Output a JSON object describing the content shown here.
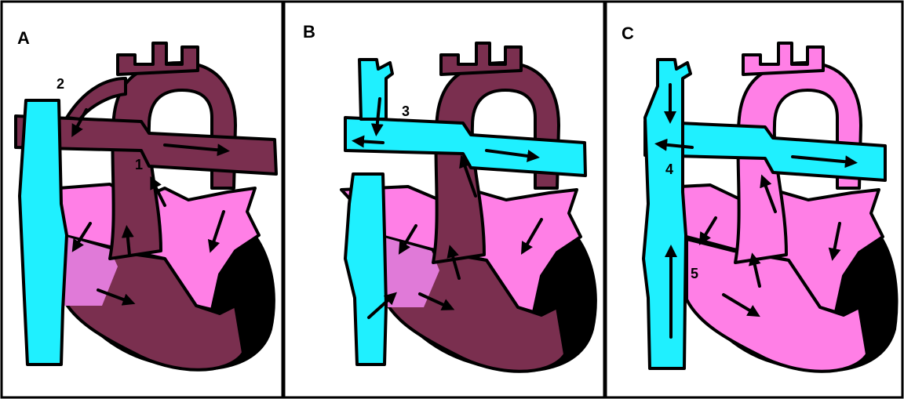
{
  "colors": {
    "oxygenated": "#7a2f4f",
    "deoxygenated": "#1ff0ff",
    "mixed": "#ff7fe6",
    "mixed_dark": "#e07ad8",
    "ventricle_wall": "#000000",
    "border": "#000000"
  },
  "panels": [
    {
      "letter": "A",
      "labels": [
        "2",
        "1"
      ]
    },
    {
      "letter": "B",
      "labels": [
        "3"
      ]
    },
    {
      "letter": "C",
      "labels": [
        "4",
        "5"
      ]
    }
  ]
}
